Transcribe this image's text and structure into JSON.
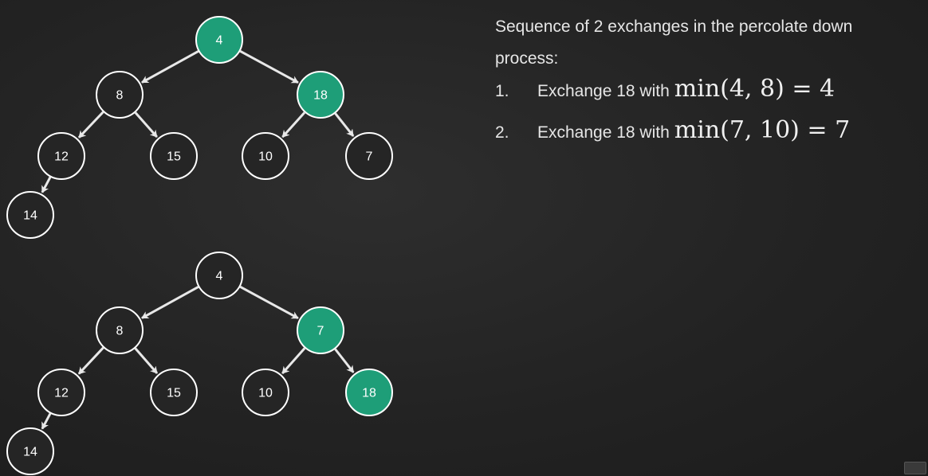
{
  "trees": [
    {
      "nodes": [
        {
          "id": "a0",
          "label": "4",
          "highlighted": true
        },
        {
          "id": "a1",
          "label": "8",
          "highlighted": false
        },
        {
          "id": "a2",
          "label": "18",
          "highlighted": true
        },
        {
          "id": "a3",
          "label": "12",
          "highlighted": false
        },
        {
          "id": "a4",
          "label": "15",
          "highlighted": false
        },
        {
          "id": "a5",
          "label": "10",
          "highlighted": false
        },
        {
          "id": "a6",
          "label": "7",
          "highlighted": false
        },
        {
          "id": "a7",
          "label": "14",
          "highlighted": false
        }
      ],
      "edges": [
        [
          "a0",
          "a1"
        ],
        [
          "a0",
          "a2"
        ],
        [
          "a1",
          "a3"
        ],
        [
          "a1",
          "a4"
        ],
        [
          "a2",
          "a5"
        ],
        [
          "a2",
          "a6"
        ],
        [
          "a3",
          "a7"
        ]
      ]
    },
    {
      "nodes": [
        {
          "id": "b0",
          "label": "4",
          "highlighted": false
        },
        {
          "id": "b1",
          "label": "8",
          "highlighted": false
        },
        {
          "id": "b2",
          "label": "7",
          "highlighted": true
        },
        {
          "id": "b3",
          "label": "12",
          "highlighted": false
        },
        {
          "id": "b4",
          "label": "15",
          "highlighted": false
        },
        {
          "id": "b5",
          "label": "10",
          "highlighted": false
        },
        {
          "id": "b6",
          "label": "18",
          "highlighted": true
        },
        {
          "id": "b7",
          "label": "14",
          "highlighted": false
        }
      ],
      "edges": [
        [
          "b0",
          "b1"
        ],
        [
          "b0",
          "b2"
        ],
        [
          "b1",
          "b3"
        ],
        [
          "b1",
          "b4"
        ],
        [
          "b2",
          "b5"
        ],
        [
          "b2",
          "b6"
        ],
        [
          "b3",
          "b7"
        ]
      ]
    }
  ],
  "explanation": {
    "intro": "Sequence of 2 exchanges in the percolate down process:",
    "steps": [
      {
        "number": "1.",
        "text": "Exchange 18 with",
        "formula": "min(4, 8) = 4"
      },
      {
        "number": "2.",
        "text": "Exchange 18 with",
        "formula": "min(7, 10) = 7"
      }
    ]
  },
  "colors": {
    "background": "#252525",
    "highlight": "#1e9e78",
    "node_stroke": "#ffffff",
    "edge": "#e8e8e8",
    "text": "#e6e6e6"
  }
}
